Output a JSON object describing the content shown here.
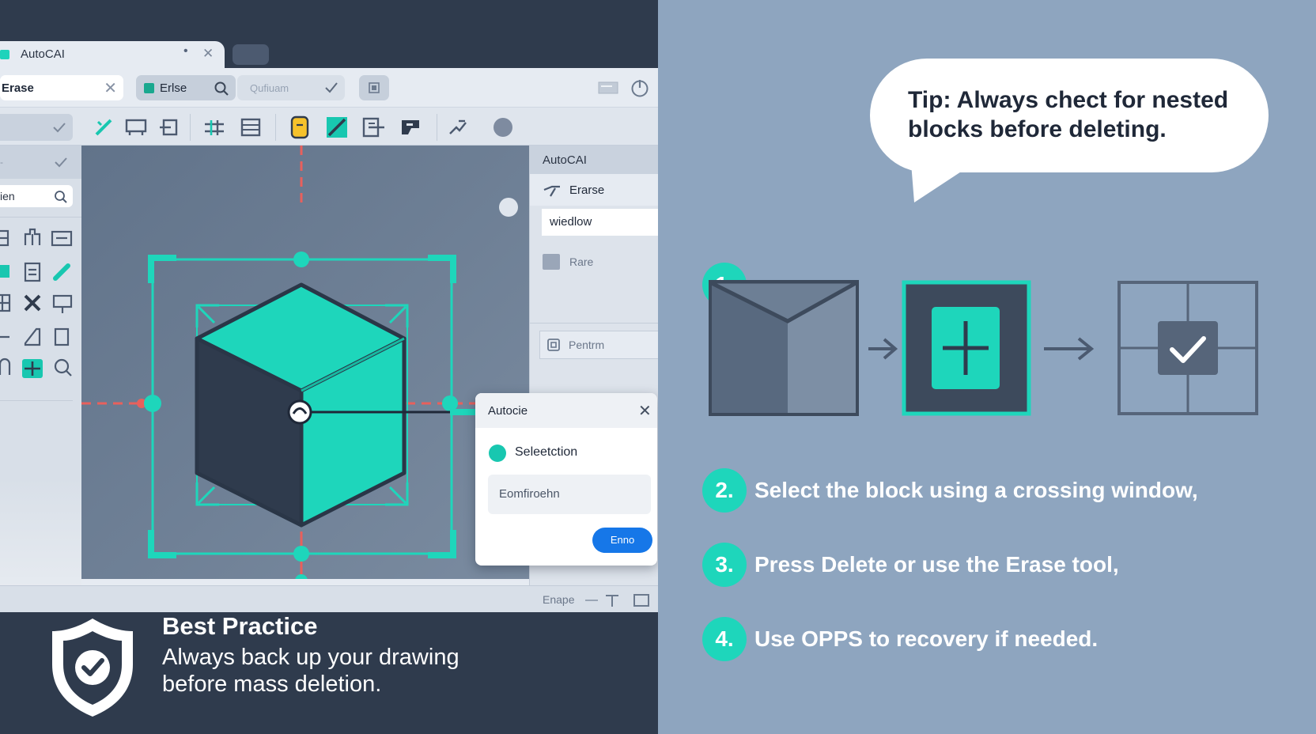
{
  "app": {
    "tab_title": "AutoCAI",
    "address_value": "Erase",
    "command_chip": "Erlse",
    "ghost_input": "Qufiuam"
  },
  "left_dock": {
    "search_value": "ien"
  },
  "properties": {
    "header": "AutoCAI",
    "erase_label": "Erarse",
    "window_value": "wiedlow",
    "rare_label": "Rare",
    "pentrm_label": "Pentrm"
  },
  "dialog": {
    "title": "Autocie",
    "option": "Seleetction",
    "field_value": "Eomfiroehn",
    "button": "Enno"
  },
  "command_line": {
    "text": "Enape"
  },
  "best_practice": {
    "title": "Best Practice",
    "body": "Always back up your drawing before mass deletion."
  },
  "tip": {
    "text": "Tip: Always chect for nested blocks before deleting."
  },
  "steps": [
    {
      "number": "1.",
      "text": ""
    },
    {
      "number": "2.",
      "text": "Select the block using a crossing window,"
    },
    {
      "number": "3.",
      "text": "Press Delete or use the Erase tool,"
    },
    {
      "number": "4.",
      "text": "Use OPPS to recovery if needed."
    }
  ],
  "colors": {
    "accent": "#1ed6bb",
    "dark": "#2f3b4d",
    "primary_button": "#1677e8",
    "guide_red": "#e8605c"
  },
  "icons": [
    "shield-check-icon",
    "search-icon",
    "close-icon",
    "check-icon",
    "power-icon",
    "arrow-right-icon",
    "plus-icon",
    "erase-icon"
  ]
}
